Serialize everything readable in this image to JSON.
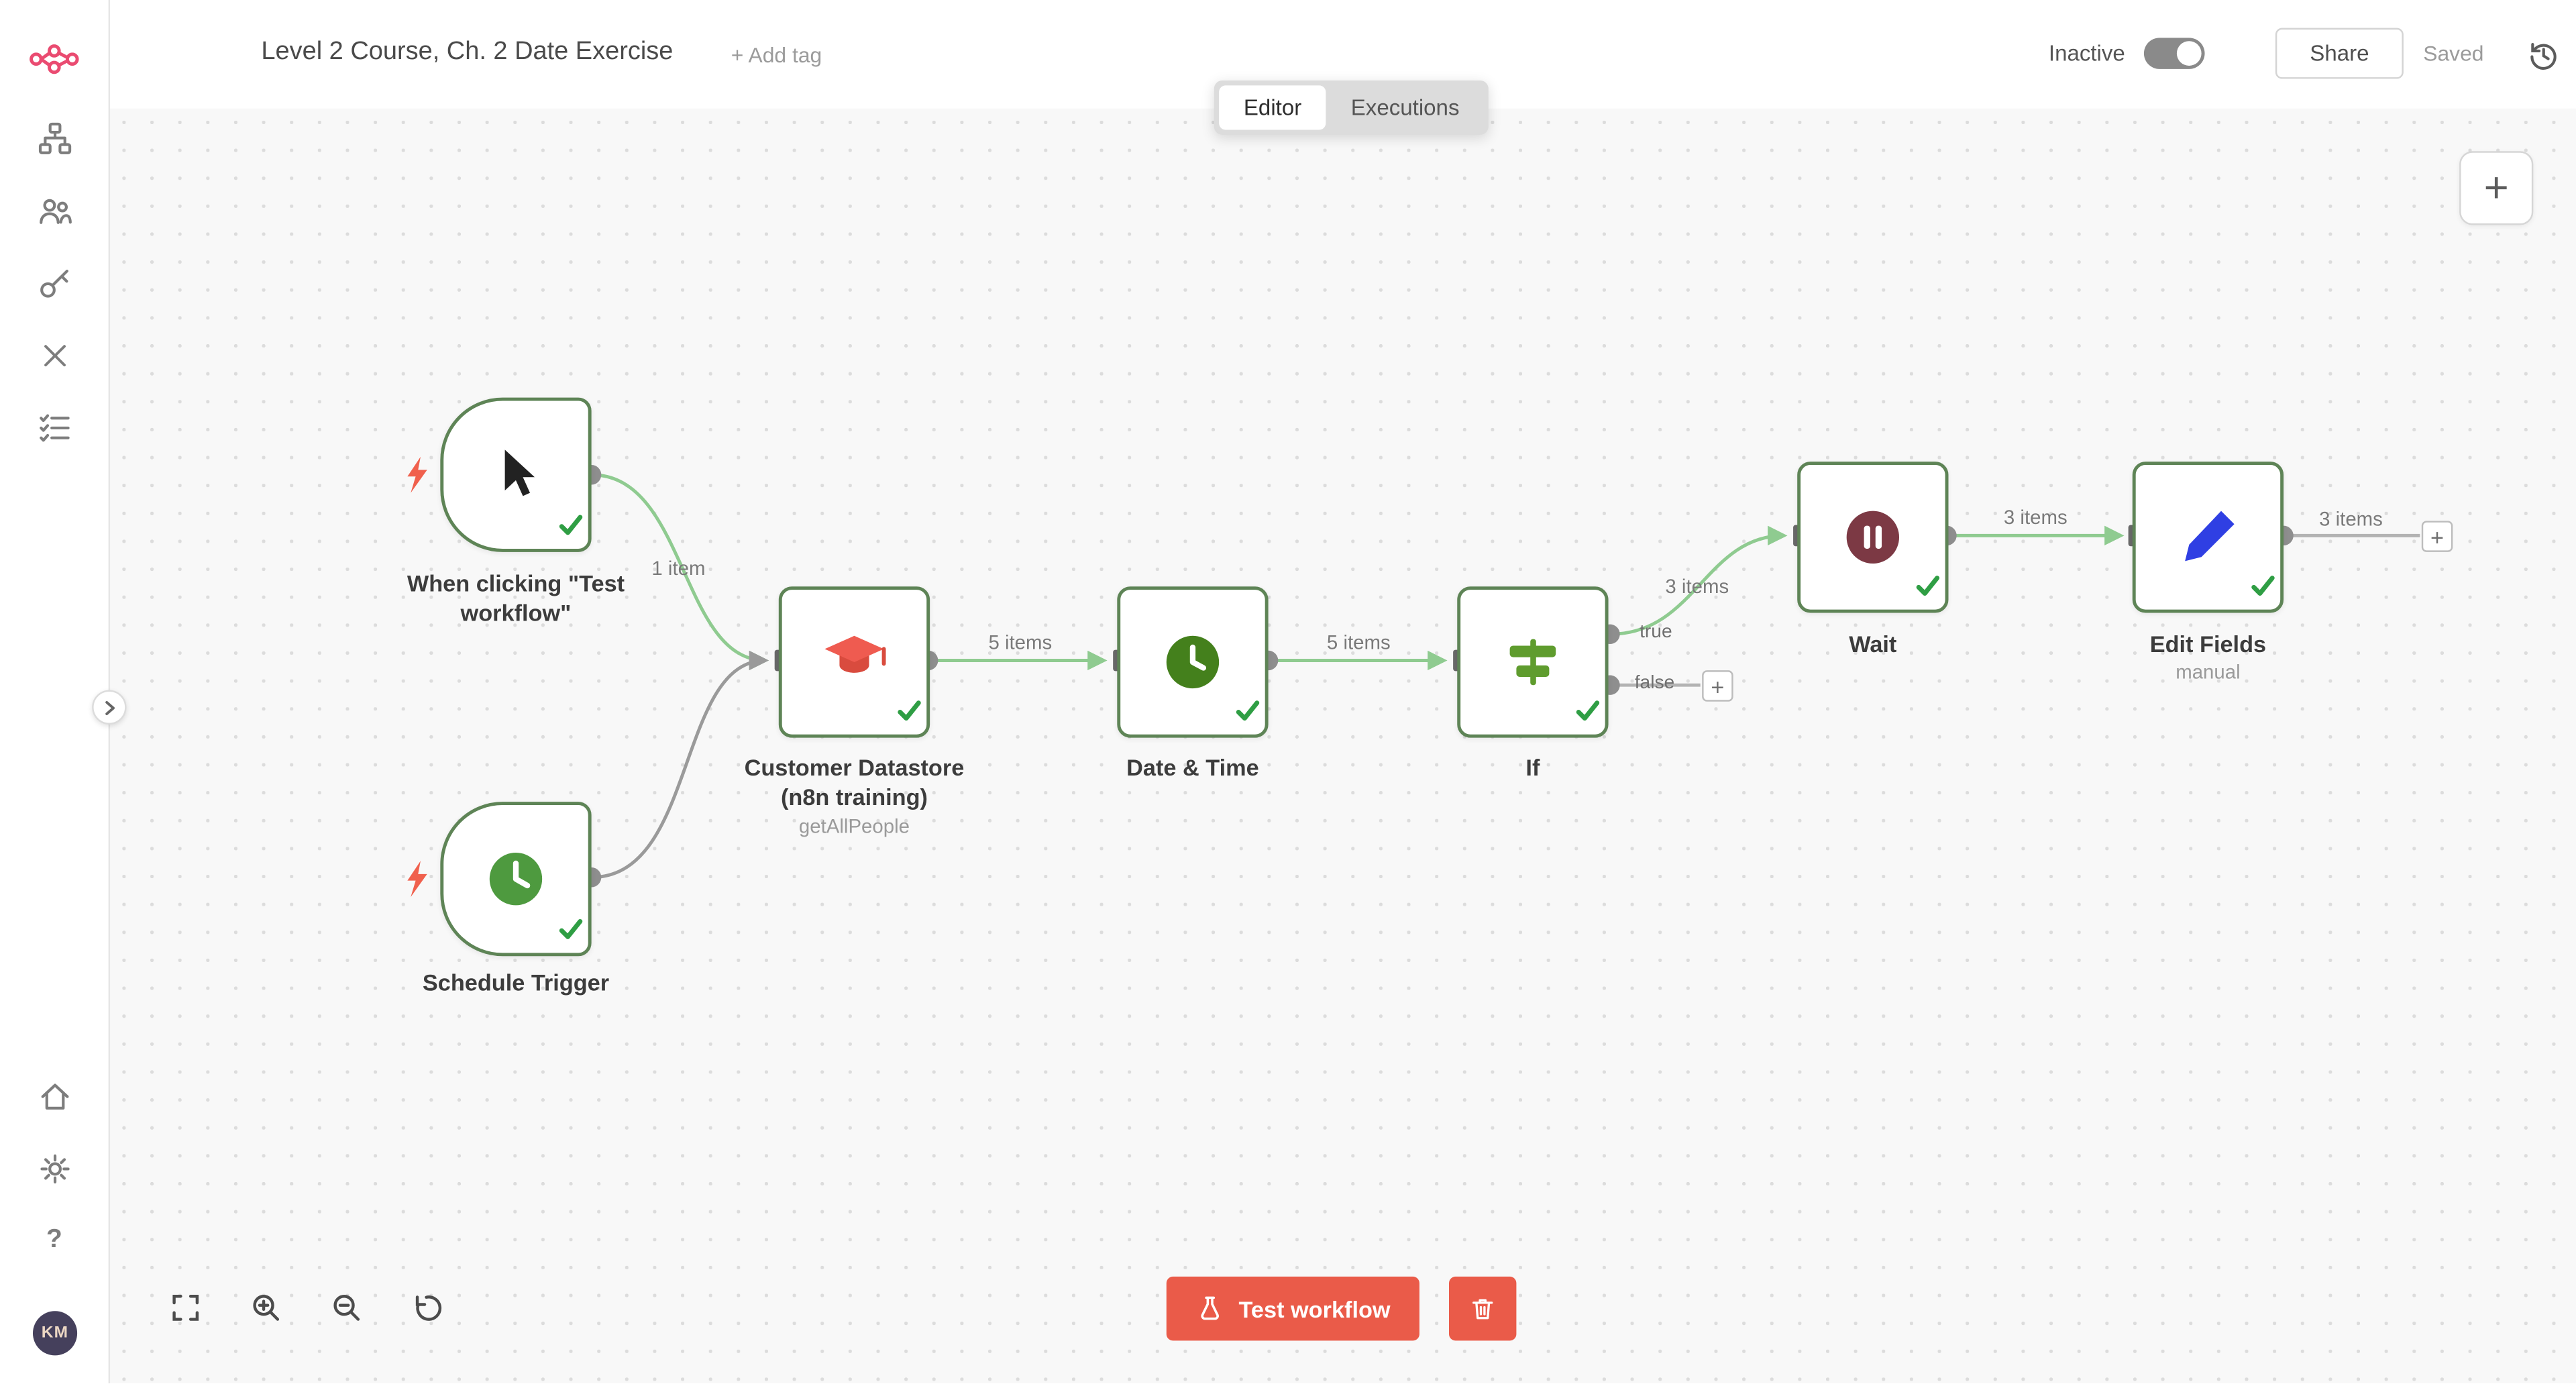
{
  "header": {
    "title": "Level 2 Course, Ch. 2 Date Exercise",
    "add_tag": "+ Add tag",
    "tabs": [
      {
        "label": "Editor",
        "active": true
      },
      {
        "label": "Executions",
        "active": false
      }
    ],
    "activation": {
      "label": "Inactive",
      "state": "off"
    },
    "share_label": "Share",
    "saved_label": "Saved"
  },
  "workflow": {
    "nodes": [
      {
        "name": "When clicking \"Test workflow\"",
        "type": "manual-trigger"
      },
      {
        "name": "Schedule Trigger",
        "type": "schedule-trigger"
      },
      {
        "name": "Customer Datastore (n8n training)",
        "subtitle": "getAllPeople",
        "type": "datastore"
      },
      {
        "name": "Date & Time",
        "type": "date-time"
      },
      {
        "name": "If",
        "type": "if"
      },
      {
        "name": "Wait",
        "type": "wait"
      },
      {
        "name": "Edit Fields",
        "subtitle": "manual",
        "type": "set"
      }
    ],
    "connections": [
      {
        "label": "1 item"
      },
      {
        "label": "5 items"
      },
      {
        "label": "5 items"
      },
      {
        "label": "3 items"
      },
      {
        "label": "3 items"
      },
      {
        "label": "3 items"
      }
    ],
    "branch_labels": {
      "true": "true",
      "false": "false"
    }
  },
  "footer": {
    "test_button": "Test workflow"
  },
  "avatar": {
    "initials": "KM"
  },
  "ui": {
    "plus": "+"
  },
  "colors": {
    "accent": "#ea5b49",
    "connection_green": "#8fcb90",
    "success_green": "#2f9e44",
    "node_border": "#5e8456",
    "logo_pink": "#ea4b71"
  }
}
